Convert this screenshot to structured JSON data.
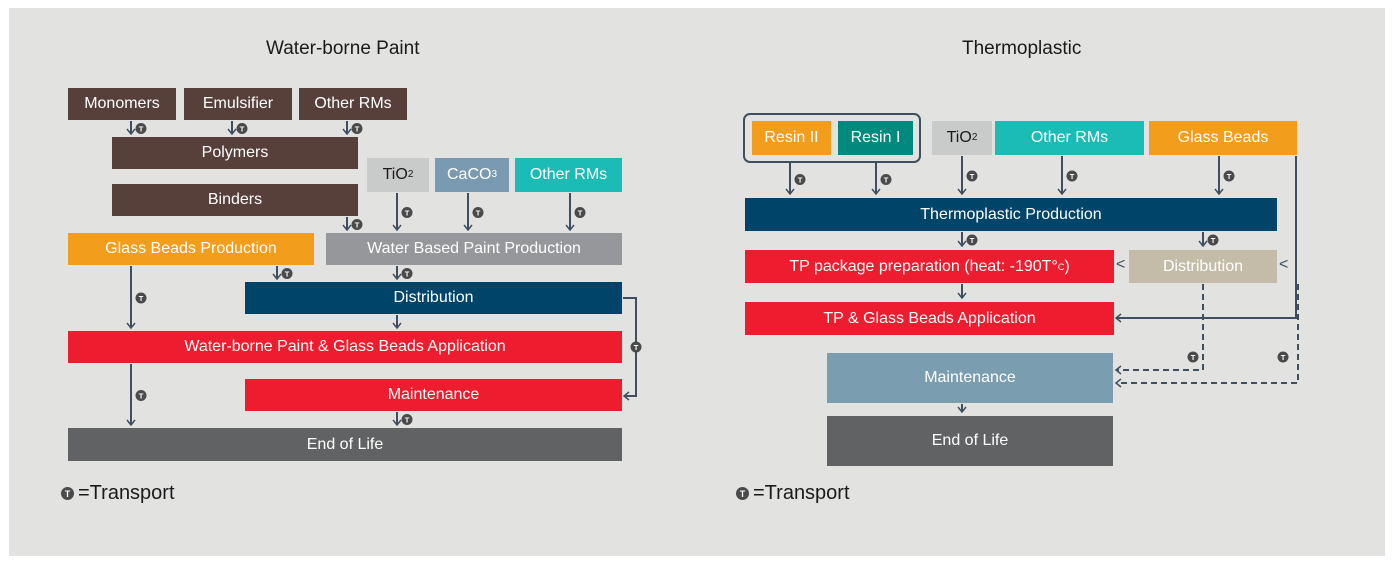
{
  "left": {
    "title": "Water-borne Paint",
    "monomers": "Monomers",
    "emulsifier": "Emulsifier",
    "other_rms_top": "Other RMs",
    "polymers": "Polymers",
    "binders": "Binders",
    "tio2_main": "TiO",
    "tio2_sub": "2",
    "caco3_main": "CaCO",
    "caco3_sub": "3",
    "other_rms_mid": "Other RMs",
    "glass_beads_production": "Glass Beads Production",
    "water_based_paint_production": "Water Based Paint Production",
    "distribution": "Distribution",
    "application": "Water-borne Paint & Glass Beads Application",
    "maintenance": "Maintenance",
    "end_of_life": "End of Life",
    "legend": "=Transport"
  },
  "right": {
    "title": "Thermoplastic",
    "resin_ii": "Resin II",
    "resin_i": "Resin I",
    "tio2_main": "TiO",
    "tio2_sub": "2",
    "other_rms": "Other RMs",
    "glass_beads": "Glass Beads",
    "thermoplastic_production": "Thermoplastic Production",
    "tp_package": "TP package preparation (heat: -190T°",
    "tp_package_sup": "C",
    "tp_package_end": ")",
    "distribution": "Distribution",
    "tp_application": "TP & Glass Beads Application",
    "maintenance": "Maintenance",
    "end_of_life": "End of Life",
    "legend": "=Transport"
  },
  "transport_icon_letter": "T",
  "arrow_left_glyph": "<",
  "colors": {
    "background": "#e2e3e1",
    "brown": "#574039",
    "navy": "#004469",
    "red": "#ed1c2e",
    "orange": "#f29d1c",
    "teal": "#1cbcb6",
    "dark_teal": "#008a7d",
    "gray": "#96979a",
    "charcoal": "#616263",
    "connector": "#3f4f5f"
  }
}
